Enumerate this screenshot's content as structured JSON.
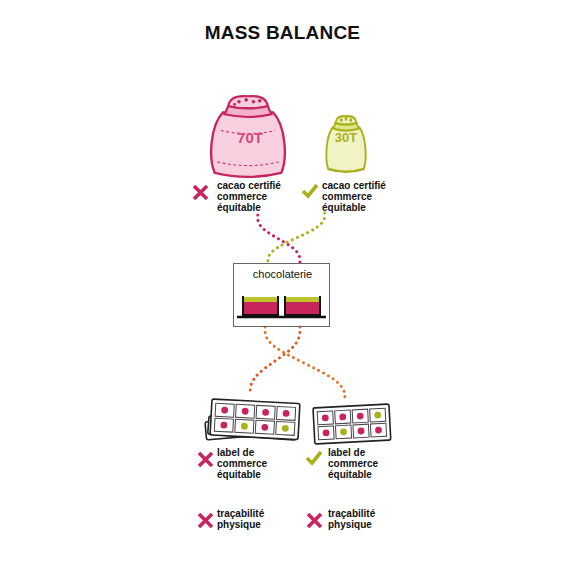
{
  "diagram": {
    "title": "MASS BALANCE",
    "nodes": [
      {
        "text": [
          "70T",
          "cacao certifié commerce équitable"
        ]
      },
      {
        "text": [
          "30T",
          "cacao certifié commerce équitable"
        ]
      },
      {
        "text": [
          "chocolaterie"
        ]
      },
      {
        "text": [
          "label de commerce équitable",
          "traçabilité physique"
        ]
      },
      {
        "text": [
          "label de commerce équitable",
          "traçabilité physique"
        ]
      }
    ],
    "edges": [
      {
        "from": 0,
        "to": 2,
        "arrow": "none"
      },
      {
        "from": 1,
        "to": 2,
        "arrow": "none"
      },
      {
        "from": 2,
        "to": 3,
        "arrow": "none"
      },
      {
        "from": 2,
        "to": 4,
        "arrow": "none"
      }
    ]
  }
}
